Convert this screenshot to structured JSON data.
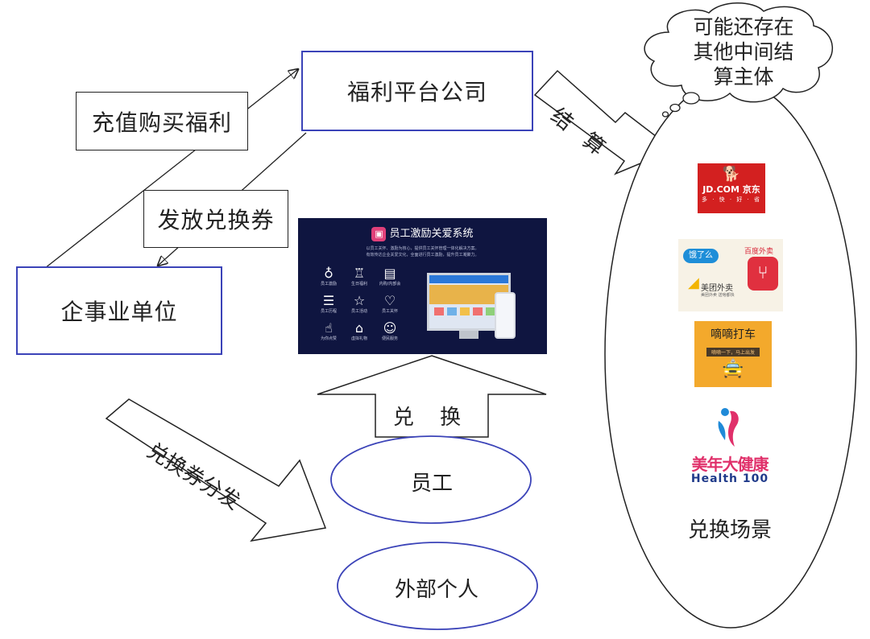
{
  "nodes": {
    "platform": "福利平台公司",
    "enterprise": "企事业单位",
    "employee": "员工",
    "external": "外部个人",
    "recharge": "充值购买福利",
    "issue": "发放兑换券",
    "redeem_arrow": "兑 换",
    "settle_arrow": "结 算",
    "distribute_arrow": "兑换券分发",
    "cloud": "可能还存在其他中间结算主体",
    "scenario": "兑换场景"
  },
  "system_screen": {
    "title": "员工激励关爱系统",
    "desc1": "以员工关怀、激励为核心，提供员工关怀管理一体化解决方案。",
    "desc2": "有效传达企业关爱文化，全面进行员工激励，提升员工凝聚力。",
    "features": [
      "员工激励",
      "生日福利",
      "内购/内部会",
      "员工历程",
      "员工活动",
      "员工关怀",
      "为你点赞",
      "虚拟礼物",
      "便民服务"
    ]
  },
  "logos": {
    "jd_main": "JD.COM 京东",
    "jd_sub": "多 · 快 · 好 · 省",
    "ele": "饿了么",
    "baidu": "百度外卖",
    "meituan": "美团外卖",
    "meituan_sub": "美团外卖 送啥都快",
    "didi_title": "嘀嘀打车",
    "didi_tag": "嘀嘀一下，马上出发",
    "health_cn": "美年大健康",
    "health_en": "Health 100"
  },
  "colors": {
    "blue_border": "#3b43b8",
    "jd_red": "#d32020",
    "didi_orange": "#f3a92c",
    "health_navy": "#1f3a8a",
    "screen_bg": "#0f1540"
  }
}
